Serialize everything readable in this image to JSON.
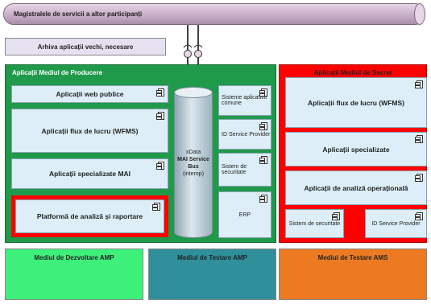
{
  "bus_top": {
    "label": "Magistralele de servicii a altor participanți"
  },
  "archive": {
    "label": "Arhiva aplicații vechi, necesare"
  },
  "prod": {
    "title": "Aplicații Mediul de Producere",
    "web": "Aplicații web publice",
    "wfms": "Aplicații flux de lucru (WFMS)",
    "mai": "Aplicații specializate MAI",
    "platform": "Platformă de analiză și raportare",
    "bus_line1": "xData",
    "bus_line2": "MAI Service",
    "bus_line3": "Bus",
    "bus_line4": "(interop)",
    "common": "Sisteme aplicative comune",
    "idsp": "ID Service Provider",
    "security": "Sistem de securitate",
    "erp": "ERP"
  },
  "secret": {
    "title": "Aplicații Mediul de Secret",
    "wfms": "Aplicații flux de lucru (WFMS)",
    "spec": "Aplicații specializate",
    "analysis": "Aplicații de analiză operațională",
    "security": "Sistem de securitate",
    "idsp": "ID Service Provider"
  },
  "env": {
    "dev_amp": "Mediul de Dezvoltare AMP",
    "test_amp": "Mediul de Testare AMP",
    "test_ams": "Mediul de Testare AMS"
  },
  "colors": {
    "prod_bg": "#1f9a4b",
    "secret_bg": "#ff0000",
    "dev_bg": "#3df07a",
    "test_amp_bg": "#2f8f9a",
    "test_ams_bg": "#ec7a22",
    "bus_bg": "#c8aec8"
  }
}
